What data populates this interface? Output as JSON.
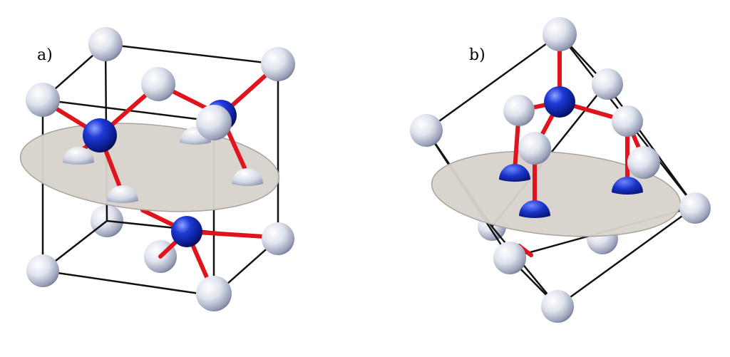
{
  "panels": [
    {
      "id": "a",
      "label": "a)"
    },
    {
      "id": "b",
      "label": "b)"
    }
  ],
  "colors": {
    "frame": "#111111",
    "bond": "#e0141c",
    "light_atom": "#d6dbe8",
    "dark_atom": "#0a1f9e",
    "plane_fill": "#d7d3cc",
    "plane_edge": "#a9a49c"
  }
}
